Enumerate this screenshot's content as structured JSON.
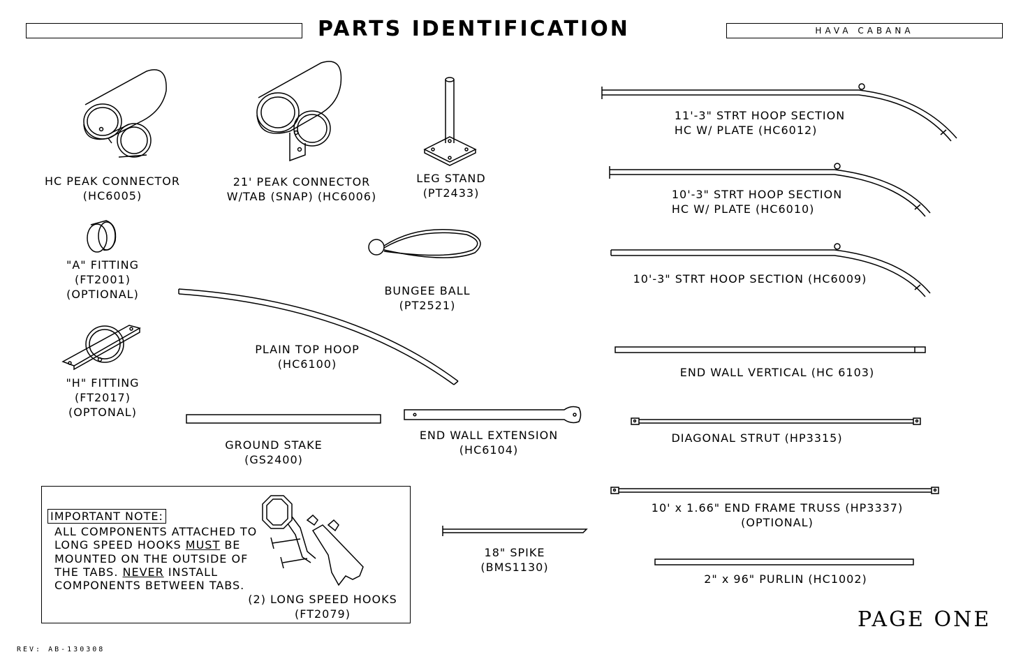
{
  "header": {
    "title": "PARTS IDENTIFICATION",
    "brand": "HAVA CABANA"
  },
  "parts": {
    "hc_peak_connector": [
      "HC PEAK CONNECTOR",
      "(HC6005)"
    ],
    "peak_connector_21": [
      "21' PEAK CONNECTOR",
      "W/TAB (SNAP) (HC6006)"
    ],
    "leg_stand": [
      "LEG STAND",
      "(PT2433)"
    ],
    "a_fitting": [
      "\"A\" FITTING",
      "(FT2001)",
      "(OPTIONAL)"
    ],
    "bungee_ball": [
      "BUNGEE BALL",
      "(PT2521)"
    ],
    "plain_top_hoop": [
      "PLAIN TOP HOOP",
      "(HC6100)"
    ],
    "h_fitting": [
      "\"H\" FITTING",
      "(FT2017)",
      "(OPTONAL)"
    ],
    "ground_stake": [
      "GROUND STAKE",
      "(GS2400)"
    ],
    "end_wall_extension": [
      "END WALL EXTENSION",
      "(HC6104)"
    ],
    "hoop_11_3": [
      "11'-3\" STRT HOOP SECTION",
      "HC W/ PLATE (HC6012)"
    ],
    "hoop_10_3_plate": [
      "10'-3\" STRT HOOP SECTION",
      "HC W/ PLATE (HC6010)"
    ],
    "hoop_10_3": [
      "10'-3\" STRT HOOP SECTION (HC6009)"
    ],
    "end_wall_vertical": [
      "END WALL VERTICAL (HC 6103)"
    ],
    "diagonal_strut": [
      "DIAGONAL STRUT (HP3315)"
    ],
    "end_frame_truss": [
      "10' x 1.66\" END FRAME TRUSS (HP3337)",
      "(OPTIONAL)"
    ],
    "spike": [
      "18\" SPIKE",
      "(BMS1130)"
    ],
    "purlin": [
      "2\" x 96\" PURLIN (HC1002)"
    ]
  },
  "note": {
    "heading": "IMPORTANT NOTE:",
    "line1": "ALL COMPONENTS ATTACHED TO",
    "line2_a": "LONG SPEED HOOKS ",
    "line2_u": "MUST",
    "line2_b": " BE",
    "line3": "MOUNTED ON THE OUTSIDE OF",
    "line4_a": "THE TABS. ",
    "line4_u": "NEVER",
    "line4_b": " INSTALL",
    "line5": "COMPONENTS BETWEEN TABS.",
    "hooks_label": "(2) LONG SPEED HOOKS",
    "hooks_code": "(FT2079)"
  },
  "footer": {
    "page": "PAGE ONE",
    "revision": "REV: AB-130308"
  },
  "colors": {
    "ink": "#000000",
    "paper": "#ffffff"
  }
}
